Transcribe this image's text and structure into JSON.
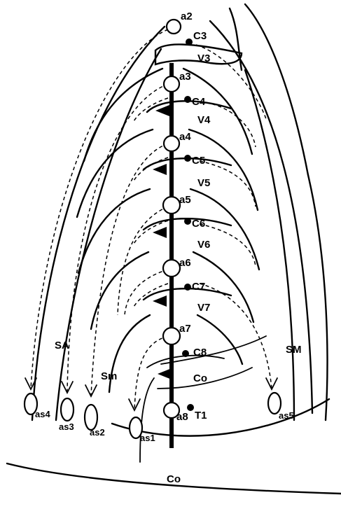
{
  "labels": {
    "a2": "a2",
    "a3": "a3",
    "a4": "a4",
    "a5": "a5",
    "a6": "a6",
    "a7": "a7",
    "a8": "a8",
    "c3": "C3",
    "c4": "C4",
    "c5": "C5",
    "c6": "C6",
    "c7": "C7",
    "c8": "C8",
    "t1": "T1",
    "v3": "V3",
    "v4": "V4",
    "v5": "V5",
    "v6": "V6",
    "v7": "V7",
    "as1": "as1",
    "as2": "as2",
    "as3": "as3",
    "as4": "as4",
    "as5": "as5",
    "sa": "SA",
    "sm_upper": "SM",
    "sm_lower": "Sm",
    "co_inner": "Co",
    "co_bottom": "Co"
  },
  "colors": {
    "ink": "#000000",
    "background": "#ffffff"
  }
}
